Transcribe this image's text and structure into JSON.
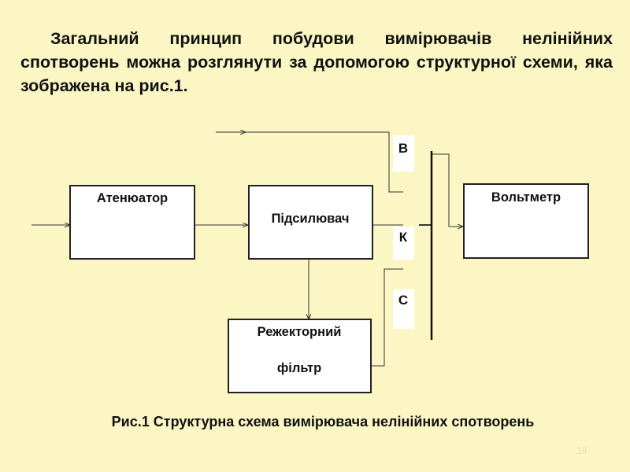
{
  "intro_text": "Загальний принцип побудови вимірювачів нелінійних спотворень можна розглянути за допомогою структурної схеми, яка зображена на рис.1.",
  "blocks": {
    "attenuator": "Атенюатор",
    "amplifier": "Підсилювач",
    "voltmeter": "Вольтметр",
    "filter_line1": "Режекторний",
    "filter_line2": "фільтр"
  },
  "switch_labels": {
    "b": "В",
    "k": "К",
    "c": "С"
  },
  "caption": "Рис.1 Структурна схема вимірювача нелінійних спотворень",
  "page_number": "18",
  "colors": {
    "background": "#fbf6c4",
    "block_fill": "#ffffff",
    "line": "#333333"
  }
}
